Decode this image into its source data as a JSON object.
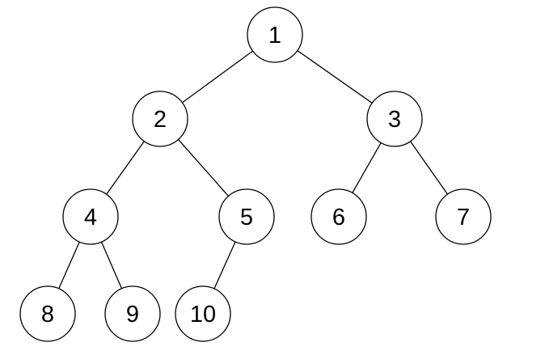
{
  "tree": {
    "nodes": [
      {
        "id": "1",
        "label": "1"
      },
      {
        "id": "2",
        "label": "2"
      },
      {
        "id": "3",
        "label": "3"
      },
      {
        "id": "4",
        "label": "4"
      },
      {
        "id": "5",
        "label": "5"
      },
      {
        "id": "6",
        "label": "6"
      },
      {
        "id": "7",
        "label": "7"
      },
      {
        "id": "8",
        "label": "8"
      },
      {
        "id": "9",
        "label": "9"
      },
      {
        "id": "10",
        "label": "10"
      }
    ],
    "edges": [
      {
        "from": "1",
        "to": "2"
      },
      {
        "from": "1",
        "to": "3"
      },
      {
        "from": "2",
        "to": "4"
      },
      {
        "from": "2",
        "to": "5"
      },
      {
        "from": "3",
        "to": "6"
      },
      {
        "from": "3",
        "to": "7"
      },
      {
        "from": "4",
        "to": "8"
      },
      {
        "from": "4",
        "to": "9"
      },
      {
        "from": "5",
        "to": "10"
      }
    ]
  }
}
